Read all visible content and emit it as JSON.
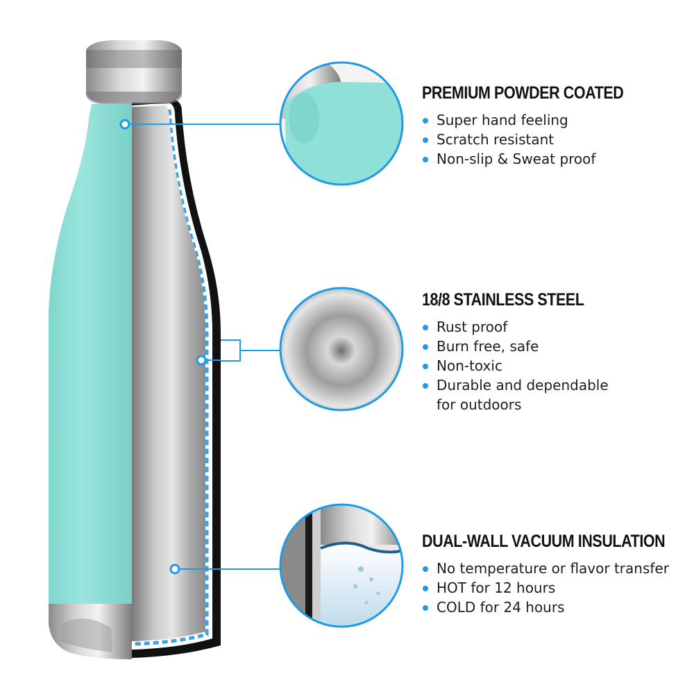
{
  "features": [
    {
      "title": "PREMIUM POWDER COATED",
      "items": [
        "Super hand feeling",
        "Scratch resistant",
        "Non-slip & Sweat proof"
      ]
    },
    {
      "title": "18/8 STAINLESS STEEL",
      "items": [
        "Rust proof",
        "Burn free, safe",
        "Non-toxic",
        "Durable and dependable",
        "for outdoors"
      ]
    },
    {
      "title": "DUAL-WALL VACUUM INSULATION",
      "items": [
        "No temperature or flavor transfer",
        "HOT for 12 hours",
        "COLD for 24 hours"
      ]
    }
  ],
  "colors": {
    "accent": "#1e9be6",
    "coating": "#8fe0d8",
    "steel": "#b3b3b3",
    "text": "#111111"
  },
  "icons": [
    "bullet-dot-icon",
    "callout-dot-icon"
  ]
}
